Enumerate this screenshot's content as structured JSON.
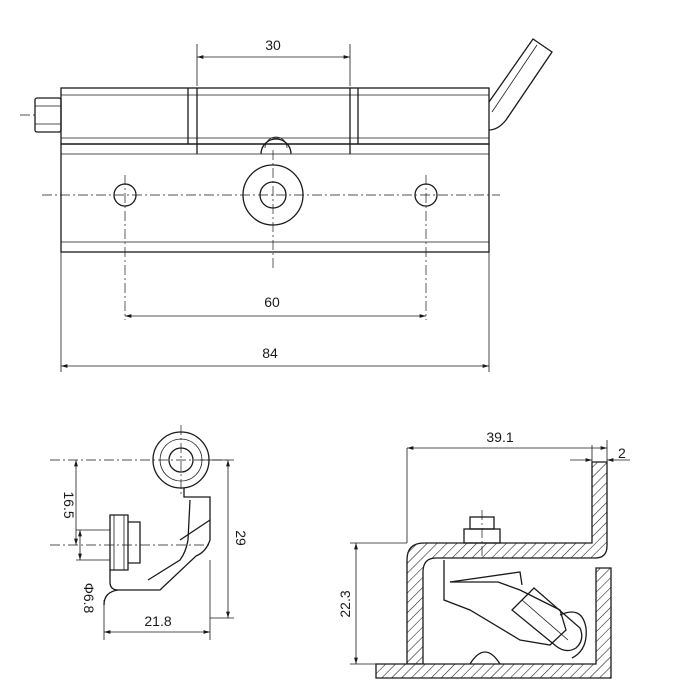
{
  "front_view": {
    "dim_width_30": "30",
    "dim_hole_spacing_60": "60",
    "dim_overall_84": "84"
  },
  "side_view": {
    "dim_16_5": "16.5",
    "dim_29": "29",
    "dim_phi_6_8": "Φ6.8",
    "dim_21_8": "21.8"
  },
  "section_view": {
    "dim_39_1": "39.1",
    "dim_2": "2",
    "dim_22_3": "22.3"
  }
}
